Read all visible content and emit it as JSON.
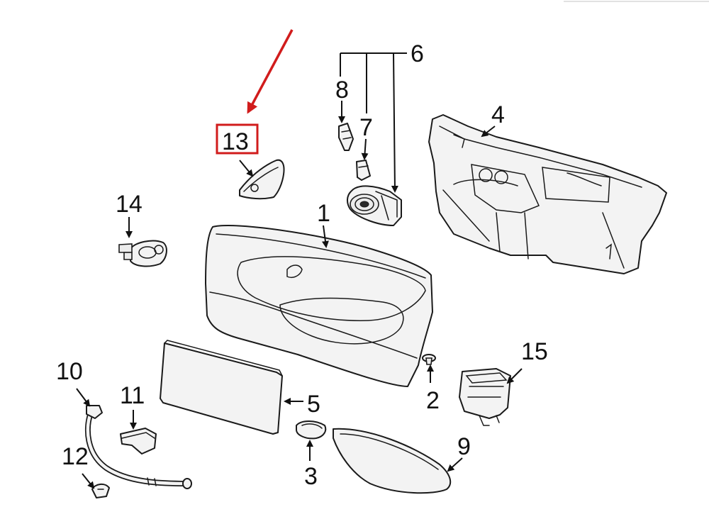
{
  "callouts": {
    "c1": "1",
    "c2": "2",
    "c3": "3",
    "c4": "4",
    "c5": "5",
    "c6": "6",
    "c7": "7",
    "c8": "8",
    "c9": "9",
    "c10": "10",
    "c11": "11",
    "c12": "12",
    "c13": "13",
    "c14": "14",
    "c15": "15"
  },
  "highlight": {
    "callout": "13",
    "color": "#d11c1c"
  },
  "top_edge": {
    "color": "#e2e2e2"
  }
}
